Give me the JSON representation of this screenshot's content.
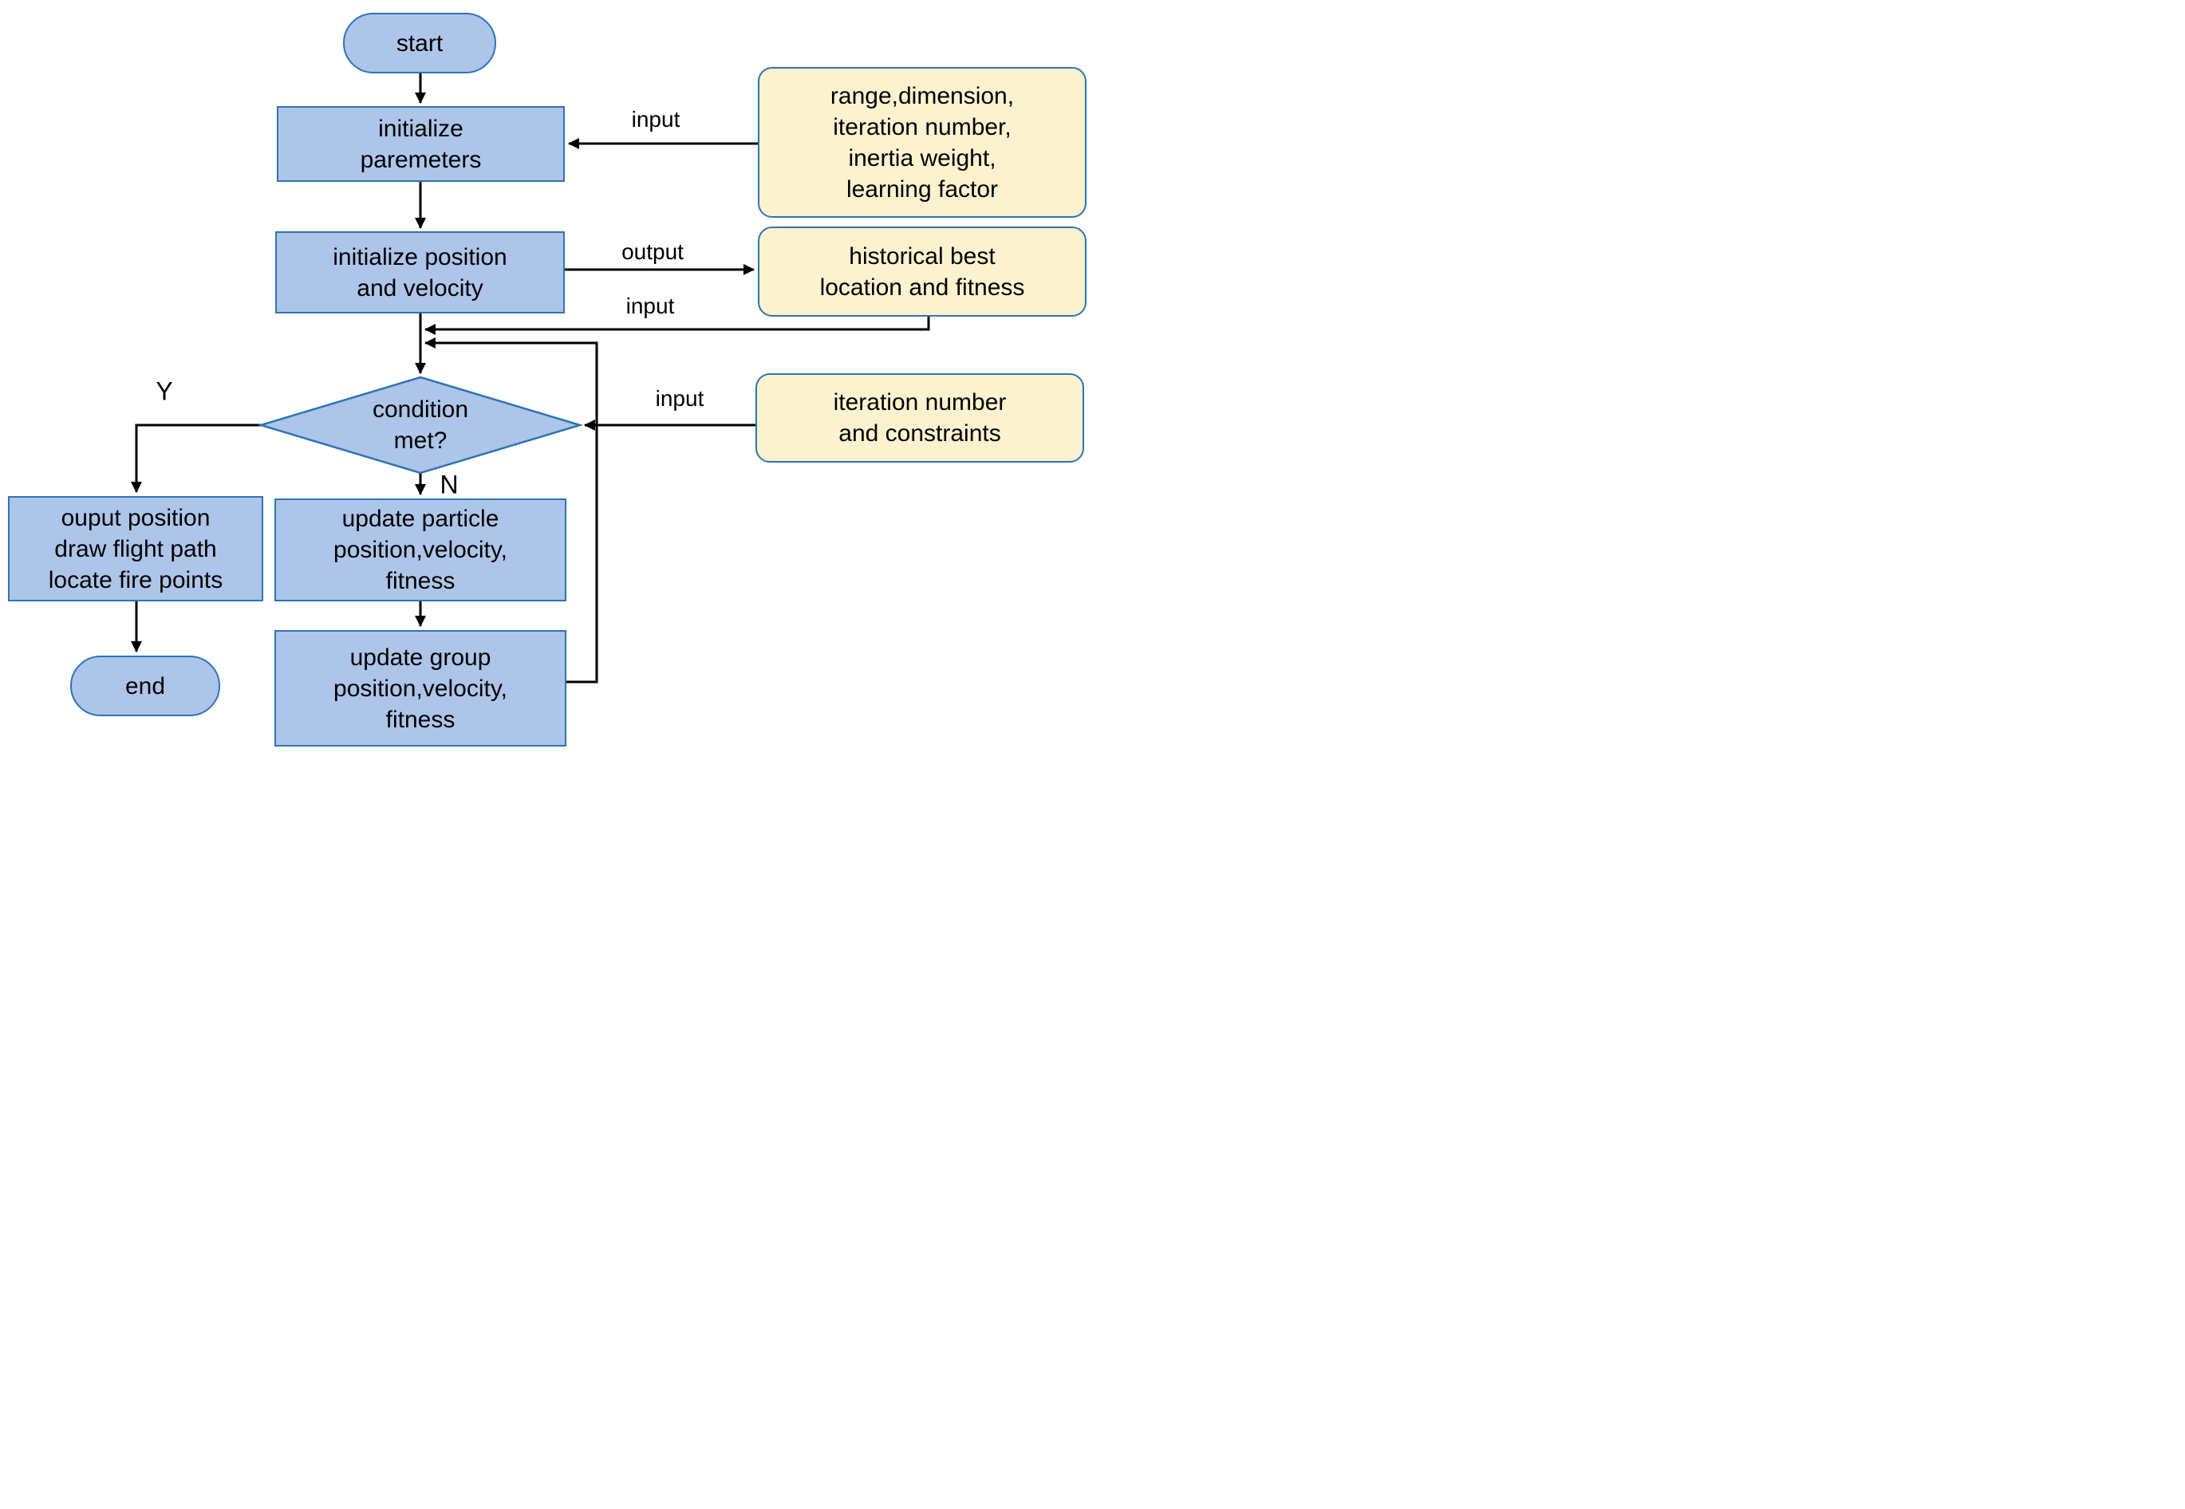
{
  "nodes": {
    "start": {
      "label": "start"
    },
    "init_parameters": {
      "label": "initialize\nparemeters"
    },
    "init_position_velocity": {
      "label": "initialize position\nand velocity"
    },
    "condition": {
      "label": "condition\nmet?"
    },
    "output_position": {
      "label": "ouput position\ndraw flight path\nlocate fire points"
    },
    "update_particle": {
      "label": "update particle\nposition,velocity,\nfitness"
    },
    "update_group": {
      "label": "update group\nposition,velocity,\nfitness"
    },
    "end": {
      "label": "end"
    },
    "param_input": {
      "label": "range,dimension,\niteration number,\ninertia weight,\nlearning factor"
    },
    "historical_best": {
      "label": "historical best\nlocation and fitness"
    },
    "iteration_constraints": {
      "label": "iteration number\nand constraints"
    }
  },
  "edge_labels": {
    "input_parameters": "input",
    "output_historical": "output",
    "input_historical": "input",
    "input_iteration": "input",
    "branch_yes": "Y",
    "branch_no": "N"
  },
  "colors": {
    "process_fill": "#ADC5E8",
    "process_border": "#2E74B5",
    "data_fill": "#FDF2CF",
    "data_border": "#2E74B5",
    "line_color": "#000000",
    "text_color": "#000000"
  }
}
